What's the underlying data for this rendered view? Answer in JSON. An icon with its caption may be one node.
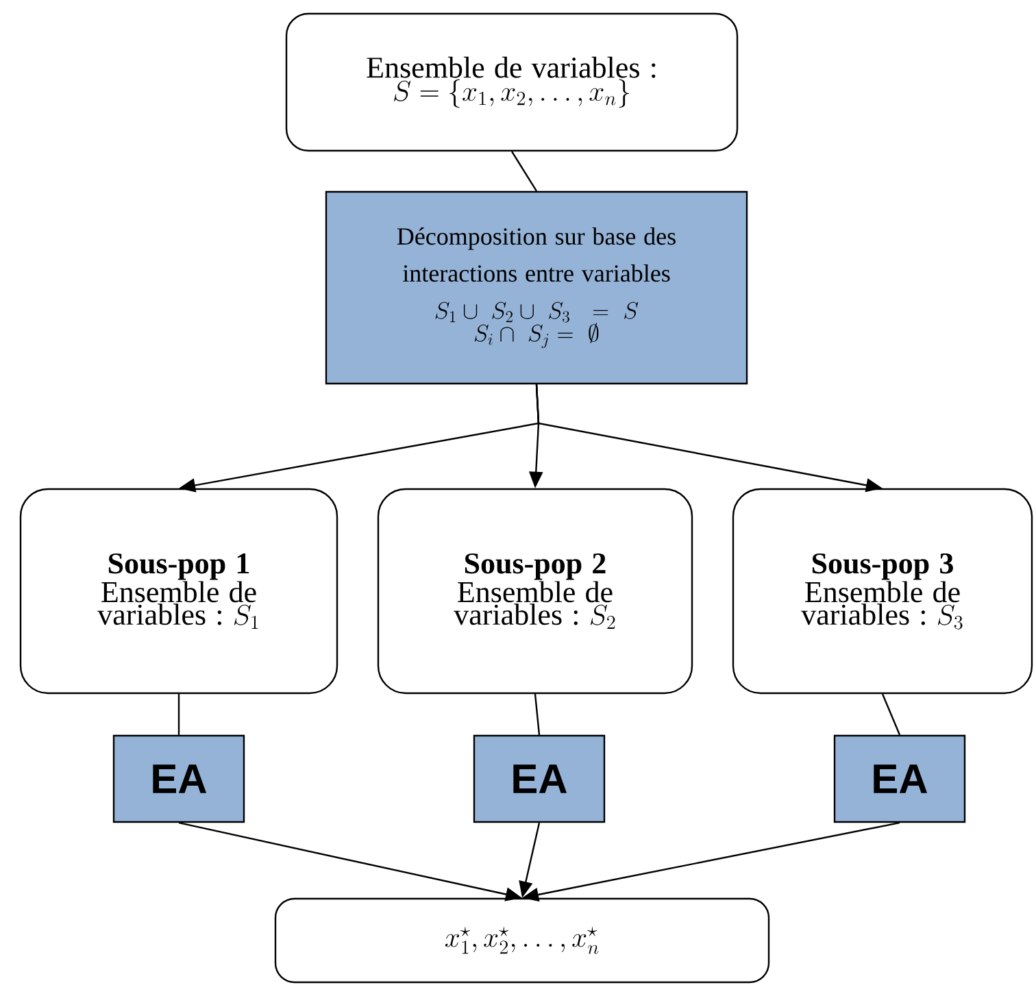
{
  "diagram": {
    "nodes": [
      {
        "text": [
          "Ensemble de variables :",
          "S = \\{x_1 , x_2 , \\ldots , x_n\\}"
        ]
      },
      {
        "text": [
          "Décomposition sur base des interactions entre variables",
          "S_1 \\cup\\ S_2 \\cup\\ S_3 \\ \\ =\\ S",
          "S_i \\cap\\ S_j = \\ \\emptyset"
        ]
      },
      {
        "text": [
          "Sous-pop 1",
          "Ensemble de variables :",
          "S_1"
        ]
      },
      {
        "text": [
          "Sous-pop 2",
          "Ensemble de variables :",
          "S_2"
        ]
      },
      {
        "text": [
          "Sous-pop 3",
          "Ensemble de variables :",
          "S_3"
        ]
      },
      {
        "text": [
          "EA"
        ]
      },
      {
        "text": [
          "EA"
        ]
      },
      {
        "text": [
          "EA"
        ]
      },
      {
        "text": [
          "x_1^\\star , x_2^\\star , \\ldots , x_n^\\star"
        ]
      }
    ],
    "edges": [
      {
        "from": 0,
        "to": 1,
        "arrow": "none"
      },
      {
        "from": 1,
        "to": 2,
        "arrow": "to"
      },
      {
        "from": 1,
        "to": 3,
        "arrow": "to"
      },
      {
        "from": 1,
        "to": 4,
        "arrow": "to"
      },
      {
        "from": 2,
        "to": 5,
        "arrow": "none"
      },
      {
        "from": 3,
        "to": 6,
        "arrow": "none"
      },
      {
        "from": 4,
        "to": 7,
        "arrow": "none"
      },
      {
        "from": 5,
        "to": 8,
        "arrow": "to"
      },
      {
        "from": 6,
        "to": 8,
        "arrow": "to"
      },
      {
        "from": 7,
        "to": 8,
        "arrow": "to"
      }
    ]
  }
}
